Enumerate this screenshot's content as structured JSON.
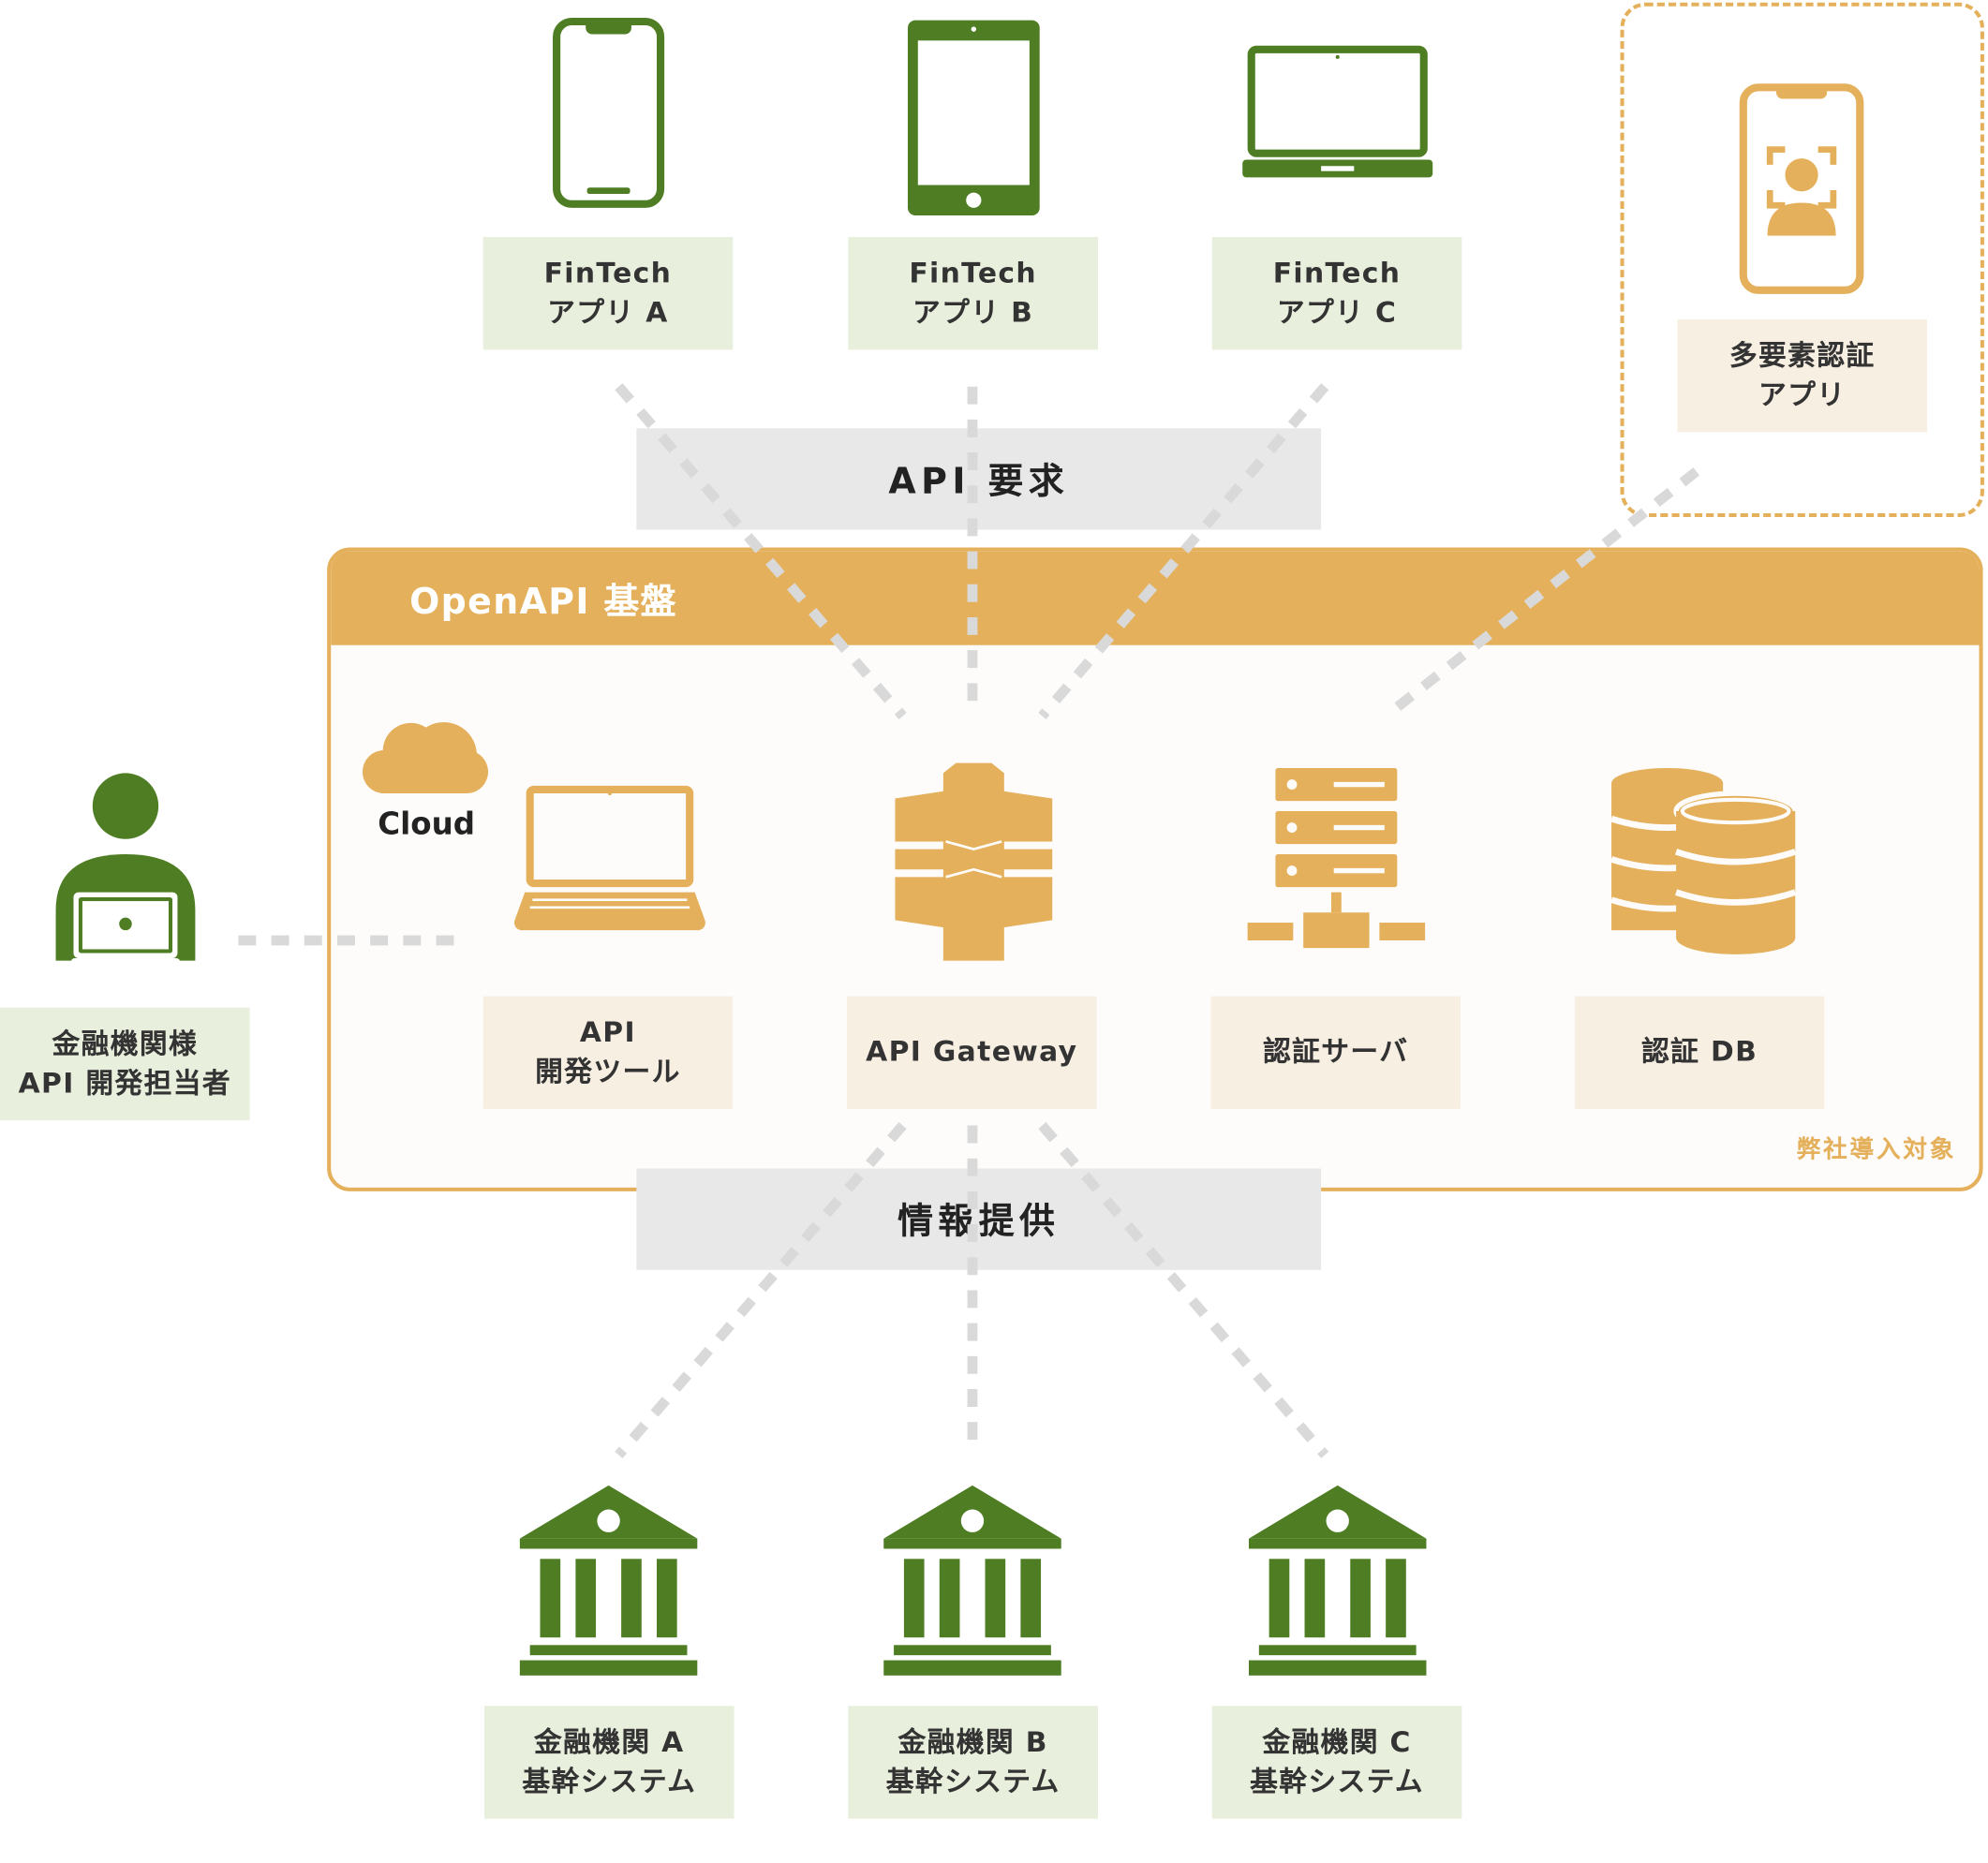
{
  "colors": {
    "green": "#4e7d23",
    "gold": "#e5b05b",
    "label_green_bg": "#e8efdc",
    "label_cream_bg": "#f8efe3",
    "band_bg": "#e8e8e8",
    "connector": "#d9d9d9"
  },
  "fintech_apps": [
    {
      "label": "FinTech\nアプリ A",
      "icon": "smartphone-icon"
    },
    {
      "label": "FinTech\nアプリ B",
      "icon": "tablet-icon"
    },
    {
      "label": "FinTech\nアプリ C",
      "icon": "laptop-icon"
    }
  ],
  "mfa_app": {
    "label": "多要素認証\nアプリ",
    "icon": "face-id-phone-icon"
  },
  "api_request_band": "API 要求",
  "info_band": "情報提供",
  "platform": {
    "title": "OpenAPI 基盤",
    "scope_note": "弊社導入対象",
    "cloud_label": "Cloud",
    "components": [
      {
        "label": "API\n開発ツール",
        "icon": "laptop-icon"
      },
      {
        "label": "API Gateway",
        "icon": "api-gateway-icon"
      },
      {
        "label": "認証サーバ",
        "icon": "server-icon"
      },
      {
        "label": "認証 DB",
        "icon": "database-icon"
      }
    ]
  },
  "developer": {
    "label": "金融機関様\nAPI 開発担当者",
    "icon": "developer-person-icon"
  },
  "banks": [
    {
      "label": "金融機関 A\n基幹システム",
      "icon": "bank-icon"
    },
    {
      "label": "金融機関 B\n基幹システム",
      "icon": "bank-icon"
    },
    {
      "label": "金融機関 C\n基幹システム",
      "icon": "bank-icon"
    }
  ]
}
